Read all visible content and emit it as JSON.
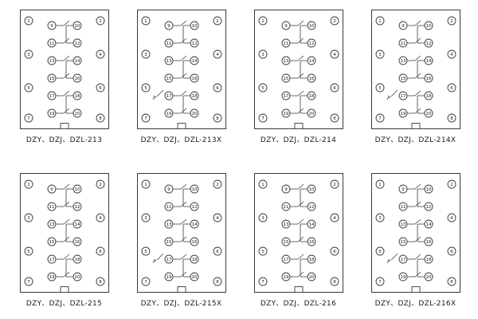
{
  "page": {
    "background": "#ffffff",
    "line_color": "#3a3a3a",
    "text_color": "#1a1a1a"
  },
  "terminals": {
    "outer_left": [
      "1",
      "3",
      "5",
      "7"
    ],
    "inner_left": [
      "9",
      "11",
      "13",
      "15",
      "17",
      "19"
    ],
    "inner_right": [
      "10",
      "12",
      "14",
      "16",
      "18",
      "20"
    ],
    "outer_right": [
      "2",
      "4",
      "6",
      "8"
    ]
  },
  "p_label": "P",
  "diagrams": [
    {
      "label": "DZY、DZJ、DZL-213",
      "has_p": false
    },
    {
      "label": "DZY、DZJ、DZL-213X",
      "has_p": true
    },
    {
      "label": "DZY、DZJ、DZL-214",
      "has_p": false
    },
    {
      "label": "DZY、DZJ、DZL-214X",
      "has_p": true
    },
    {
      "label": "DZY、DZJ、DZL-215",
      "has_p": false
    },
    {
      "label": "DZY、DZJ、DZL-215X",
      "has_p": true
    },
    {
      "label": "DZY、DZJ、DZL-216",
      "has_p": false
    },
    {
      "label": "DZY、DZJ、DZL-216X",
      "has_p": true
    }
  ]
}
